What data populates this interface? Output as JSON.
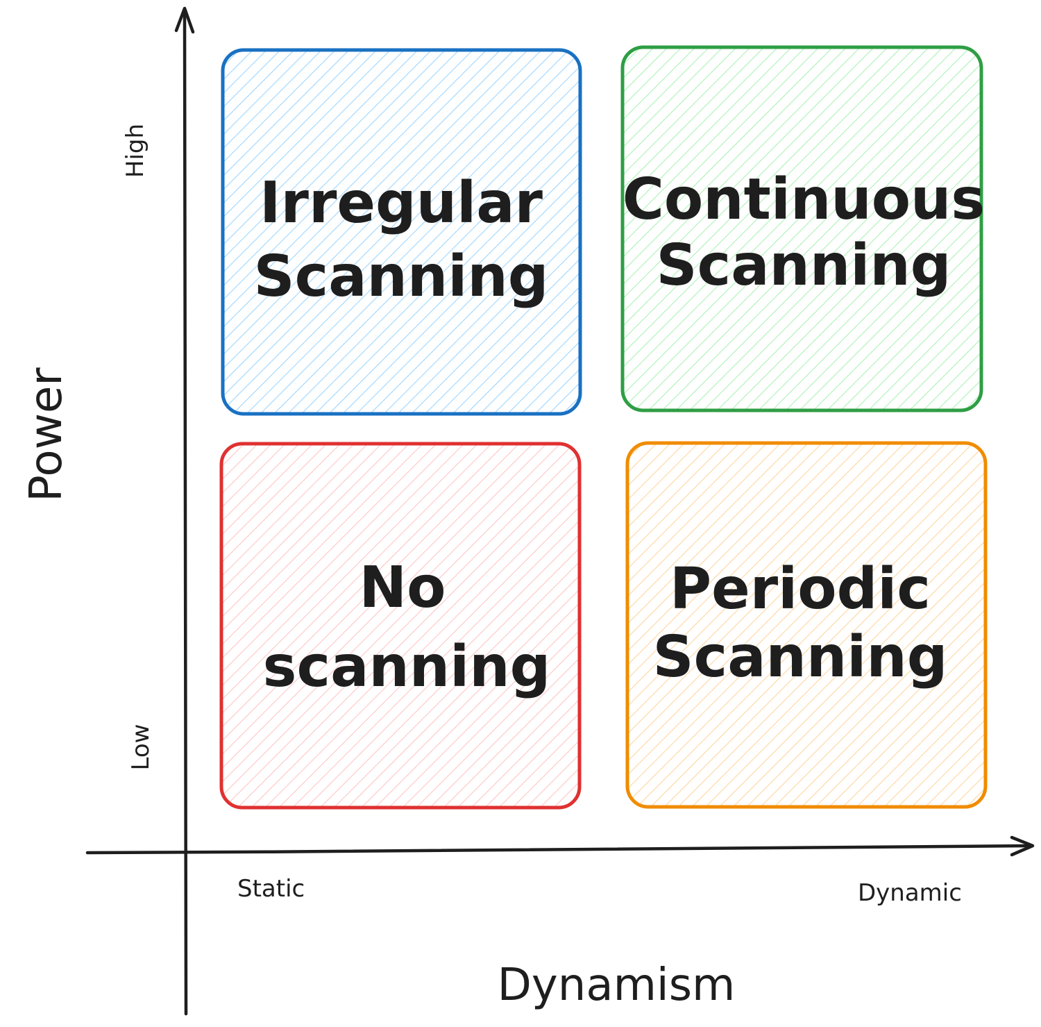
{
  "axes": {
    "y_title": "Power",
    "x_title": "Dynamism",
    "y_low": "Low",
    "y_high": "High",
    "x_low": "Static",
    "x_high": "Dynamic"
  },
  "quadrants": [
    {
      "key": "irregular",
      "line1": "Irregular",
      "line2": "Scanning",
      "stroke_color": "#1971c2",
      "hatch_color": "#a5d8ff"
    },
    {
      "key": "continuous",
      "line1": "Continuous",
      "line2": "Scanning",
      "stroke_color": "#2f9e44",
      "hatch_color": "#b2f2bb"
    },
    {
      "key": "none",
      "line1": "No",
      "line2": "scanning",
      "stroke_color": "#e03131",
      "hatch_color": "#ffc9c9"
    },
    {
      "key": "periodic",
      "line1": "Periodic",
      "line2": "Scanning",
      "stroke_color": "#f08c00",
      "hatch_color": "#ffd8a8"
    }
  ]
}
